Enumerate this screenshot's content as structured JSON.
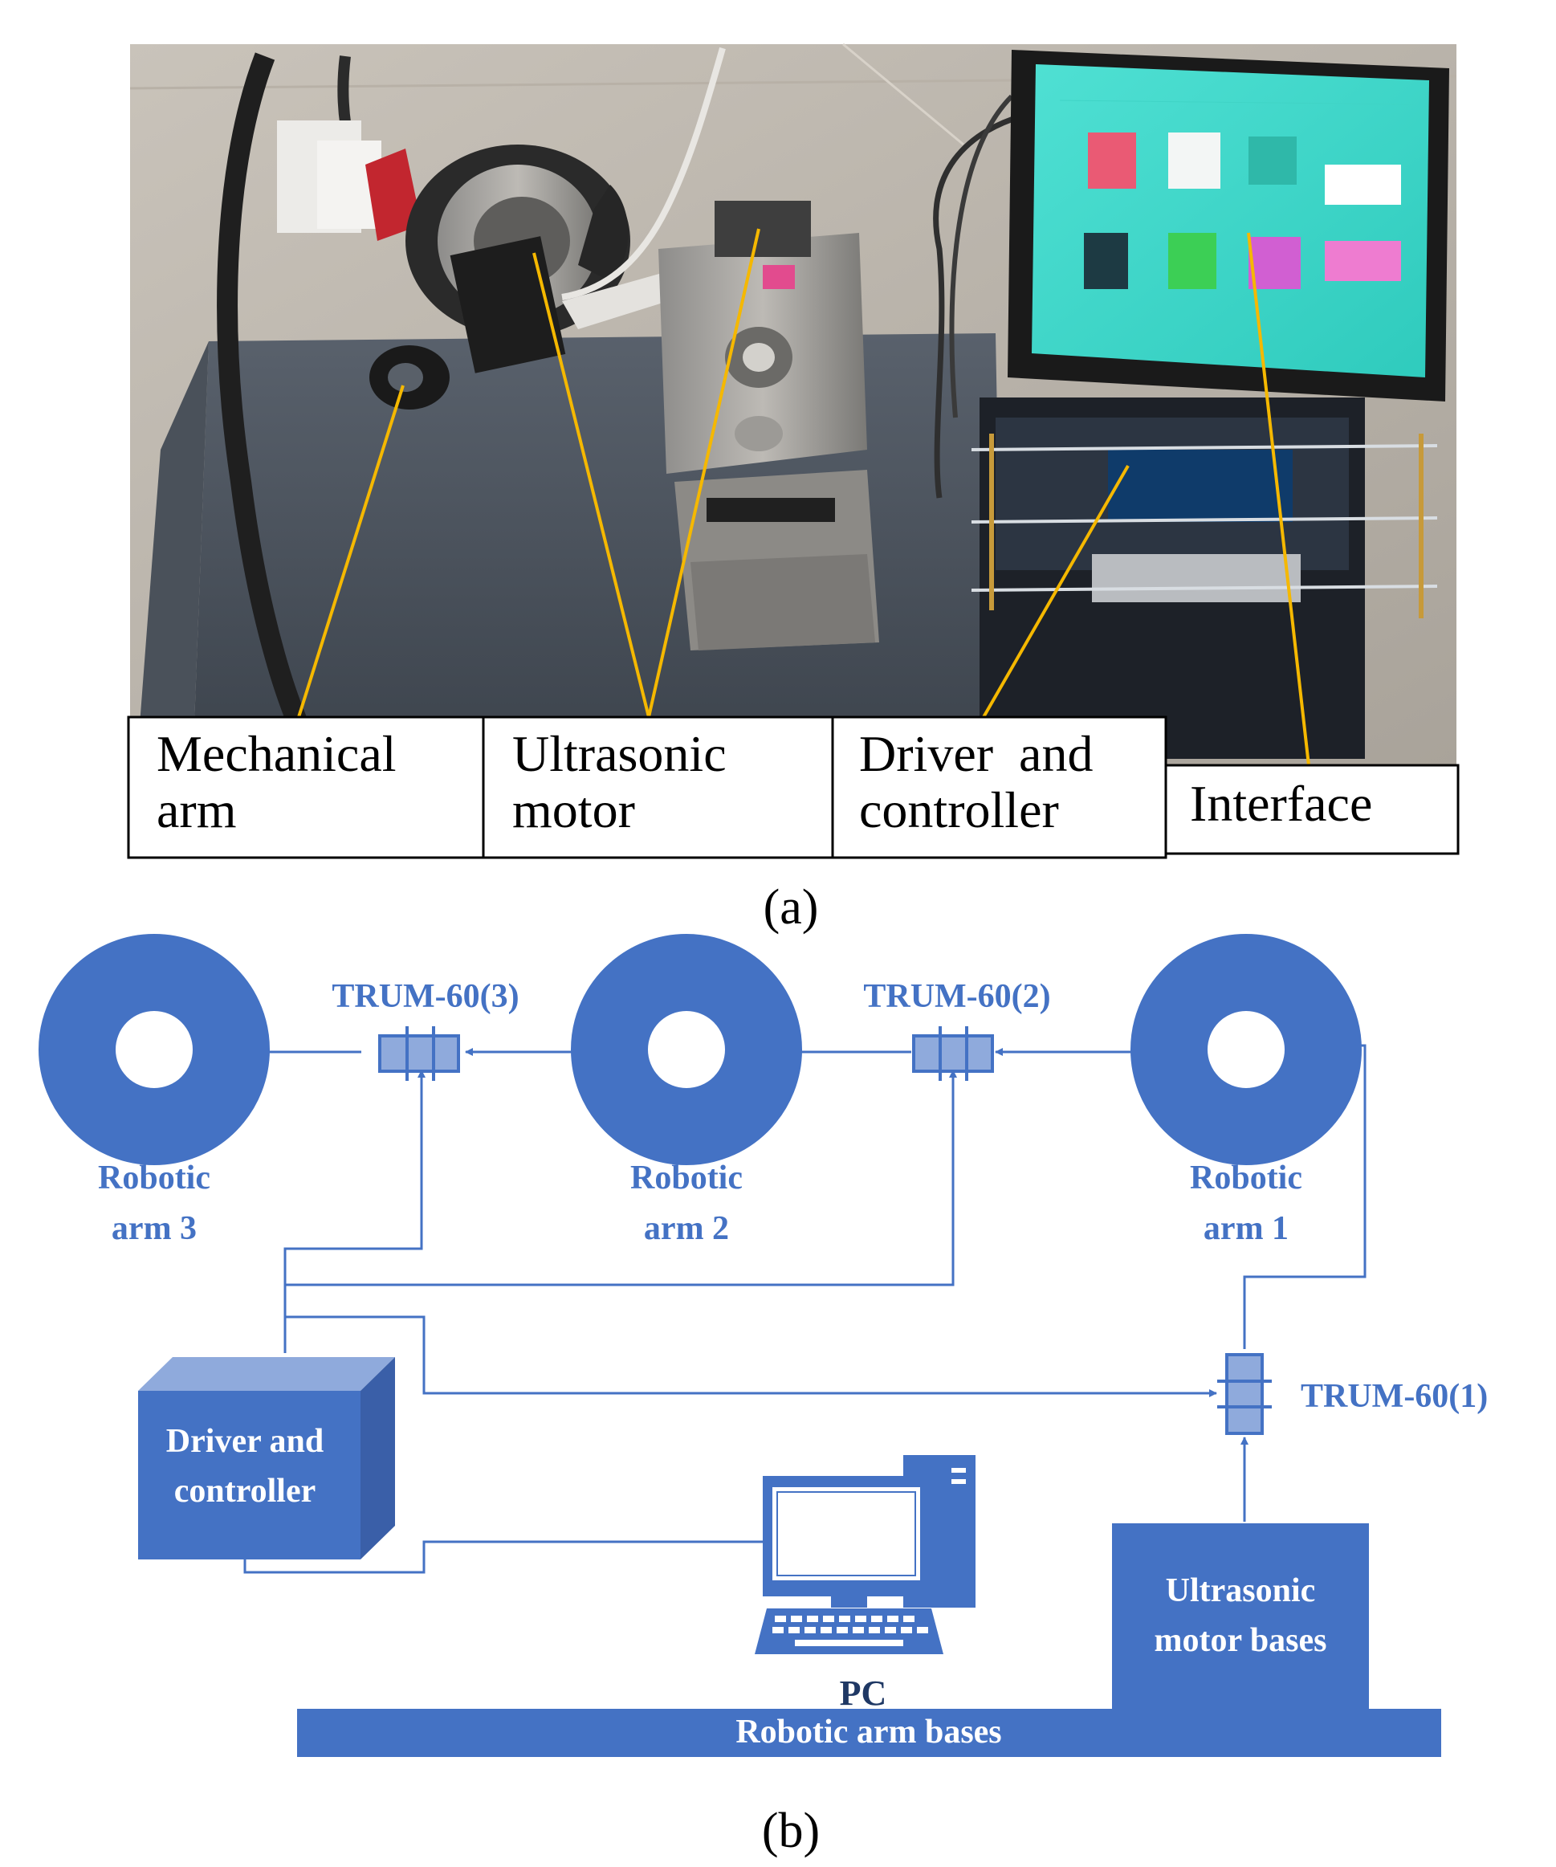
{
  "panel_a": {
    "caption": "(a)",
    "photo_labels": [
      {
        "lines": [
          "Mechanical",
          "arm"
        ]
      },
      {
        "lines": [
          "Ultrasonic",
          "motor"
        ]
      },
      {
        "lines": [
          "Driver  and",
          "controller"
        ]
      },
      {
        "lines": [
          "Interface"
        ]
      }
    ]
  },
  "panel_b": {
    "caption": "(b)",
    "arms": [
      {
        "lines": [
          "Robotic",
          "arm 3"
        ]
      },
      {
        "lines": [
          "Robotic",
          "arm 2"
        ]
      },
      {
        "lines": [
          "Robotic",
          "arm 1"
        ]
      }
    ],
    "motors": [
      "TRUM-60(3)",
      "TRUM-60(2)",
      "TRUM-60(1)"
    ],
    "driver": {
      "lines": [
        "Driver and",
        "controller"
      ]
    },
    "pc_label": "PC",
    "motor_bases": {
      "lines": [
        "Ultrasonic",
        "motor bases"
      ]
    },
    "arm_bases": "Robotic arm bases"
  },
  "colors": {
    "diagram_blue": "#4472C4",
    "label_blue": "#4472C4",
    "leader_yellow": "#F5B800"
  }
}
